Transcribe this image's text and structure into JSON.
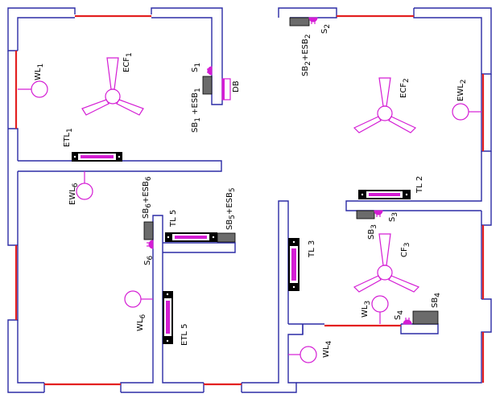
{
  "labels": {
    "wl1": "WL",
    "wl1_sub": "1",
    "ecf1": "ECF",
    "ecf1_sub": "1",
    "s1": "S",
    "s1_sub": "1",
    "db": "DB",
    "sb1": "SB",
    "sb1_sub": "1",
    "sb1_rest": " +ESB",
    "sb1_sub2": "1",
    "etl1": "ETL",
    "etl1_sub": "1",
    "sb2": "SB",
    "sb2_sub": "2",
    "sb2_rest": "+ESB",
    "sb2_sub2": "2",
    "s2": "S",
    "s2_sub": "2",
    "ecf2": "ECF",
    "ecf2_sub": "2",
    "ewl2": "EWL",
    "ewl2_sub": "2",
    "ewl6": "EWL",
    "ewl6_sub": "6",
    "sb6": "SB",
    "sb6_sub": "6",
    "sb6_rest": "+ESB",
    "sb6_sub2": "6",
    "tl5": "TL 5",
    "sb5": "SB",
    "sb5_sub": "5",
    "sb5_rest": "+ESB",
    "sb5_sub2": "5",
    "s6": "S",
    "s6_sub": "6",
    "tl2": "TL 2",
    "sb3": "SB",
    "sb3_sub": "3",
    "s3": "S",
    "s3_sub": "3",
    "tl3": "TL 3",
    "cf3": "CF",
    "cf3_sub": "3",
    "wl6": "WL",
    "wl6_sub": "6",
    "etl5": "ETL 5",
    "wl3": "WL",
    "wl3_sub": "3",
    "s4": "S",
    "s4_sub": "4",
    "sb4": "SB",
    "sb4_sub": "4",
    "wl4": "WL",
    "wl4_sub": "4"
  },
  "colors": {
    "wall": "#2b2ba6",
    "window": "#e32020",
    "fixture": "#d41dd4",
    "switchboard": "#6b6b6b"
  }
}
